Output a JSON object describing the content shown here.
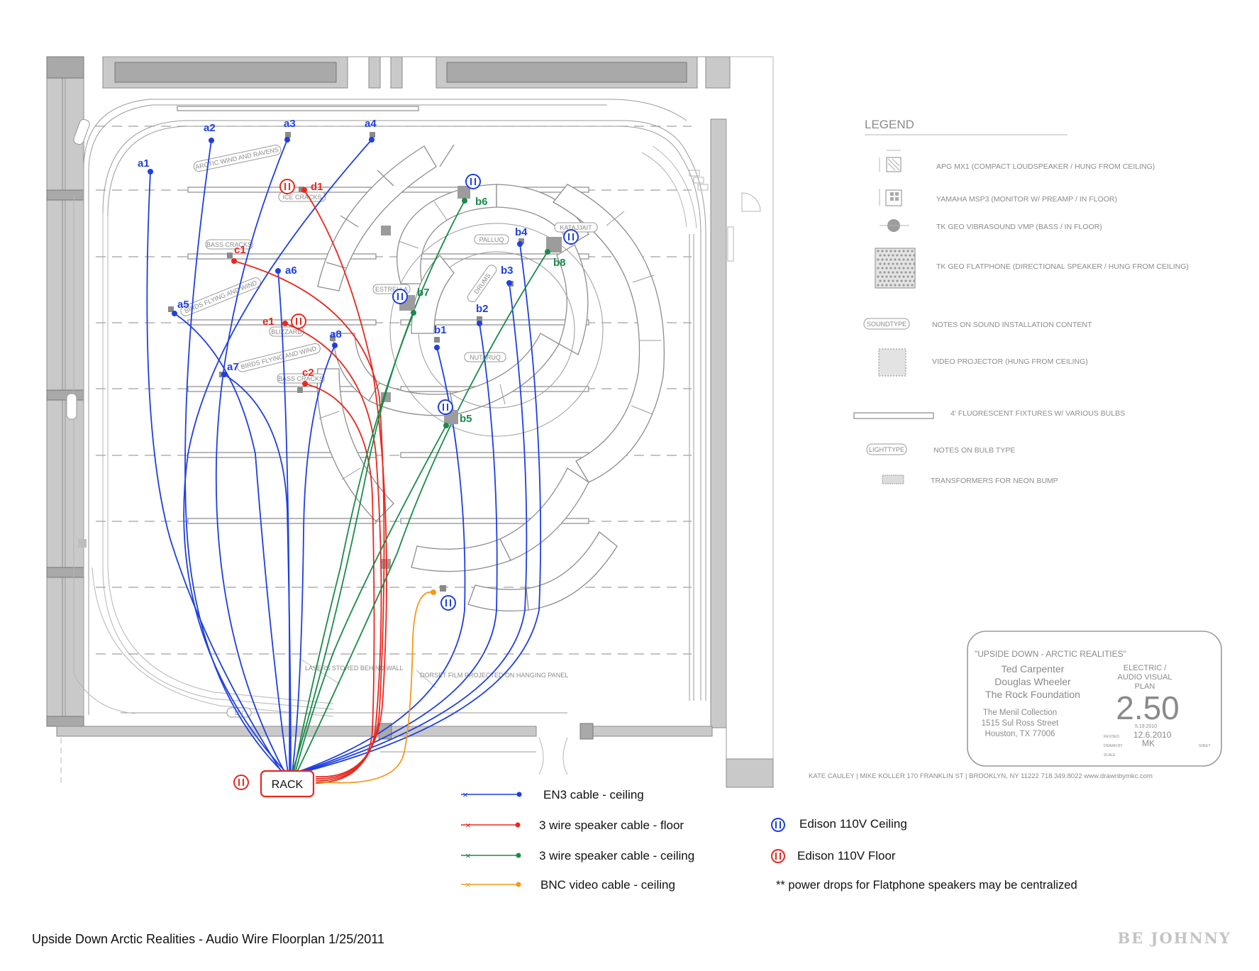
{
  "title": "Upside Down Arctic Realities - Audio Wire Floorplan 1/25/2011",
  "brand": "BE JOHNNY",
  "colors": {
    "en3": "#1f3fe0",
    "floor_speaker": "#e8281e",
    "ceiling_speaker": "#1b8a4a",
    "bnc": "#f39a1c"
  },
  "rack_label": "RACK",
  "speakers": {
    "a": [
      "a1",
      "a2",
      "a3",
      "a4",
      "a5",
      "a6",
      "a7",
      "a8"
    ],
    "b": [
      "b1",
      "b2",
      "b3",
      "b4",
      "b5",
      "b6",
      "b7",
      "b8"
    ],
    "c": [
      "c1",
      "c2"
    ],
    "d": [
      "d1"
    ],
    "e": [
      "e1"
    ]
  },
  "sound_tags": {
    "arctic_wind": "ARCTIC WIND AND RAVENS",
    "ice_cracks": "ICE CRACKS",
    "bass_cracks_1": "BASS CRACKS",
    "bass_cracks_2": "BASS CRACKS",
    "birds_1": "BIRDS FLYING AND WIND",
    "birds_2": "BIRDS FLYING AND WIND",
    "blizzard": "BLIZZARD",
    "palluq": "PALLUQ",
    "katajjait": "KATAJJAIT",
    "estrella": "ESTRELLA",
    "nutaruq": "NUTARUQ",
    "drums": "DRUMS",
    "lasers": "LASERS STORED BEHIND WALL",
    "dorset": "DORSET FILM PROJECTED ON HANGING PANEL",
    "uv": "UV"
  },
  "legend": {
    "heading": "LEGEND",
    "items": [
      "APG MX1 (COMPACT LOUDSPEAKER / HUNG FROM CEILING)",
      "YAMAHA MSP3 (MONITOR W/ PREAMP / IN FLOOR)",
      "TK GEO VIBRASOUND VMP (BASS / IN FLOOR)",
      "TK GEO FLATPHONE (DIRECTIONAL SPEAKER / HUNG FROM CEILING)",
      "NOTES ON SOUND INSTALLATION CONTENT",
      "VIDEO PROJECTOR (HUNG FROM CEILING)",
      "4' FLUORESCENT FIXTURES W/ VARIOUS BULBS",
      "NOTES ON BULB TYPE",
      "TRANSFORMERS FOR NEON BUMP"
    ],
    "soundtype_tag": "SOUNDTYPE",
    "lighttype_tag": "LIGHTTYPE"
  },
  "title_block": {
    "project": "\"UPSIDE DOWN - ARCTIC REALITIES\"",
    "names": [
      "Ted Carpenter",
      "Douglas Wheeler",
      "The Rock Foundation"
    ],
    "venue": [
      "The Menil Collection",
      "1515 Sul Ross Street",
      "Houston, TX 77006"
    ],
    "plan_type": [
      "ELECTRIC /",
      "AUDIO VISUAL",
      "PLAN"
    ],
    "sheet_number": "2.50",
    "date": "5.19.2010",
    "revised_label": "REVISED",
    "revised": "12.6.2010",
    "drawn_by_label": "DRAWN BY",
    "drawn_by": "MK",
    "scale_label": "SCALE",
    "sheet_label": "SHEET"
  },
  "credit": "KATE CAULEY | MIKE KOLLER 170 FRANKLIN ST | BROOKLYN, NY 11222 718.349.8022 www.drawnbymkc.com",
  "cable_legend": [
    {
      "label": "EN3 cable - ceiling",
      "color": "#1f3fe0"
    },
    {
      "label": "3 wire speaker cable - floor",
      "color": "#e8281e"
    },
    {
      "label": "3 wire speaker cable - ceiling",
      "color": "#1b8a4a"
    },
    {
      "label": "BNC video cable - ceiling",
      "color": "#f39a1c"
    }
  ],
  "power_legend": [
    {
      "label": "Edison 110V Ceiling",
      "color": "#1f3fe0"
    },
    {
      "label": "Edison 110V Floor",
      "color": "#e8281e"
    }
  ],
  "power_note": "** power drops for Flatphone speakers may be centralized"
}
